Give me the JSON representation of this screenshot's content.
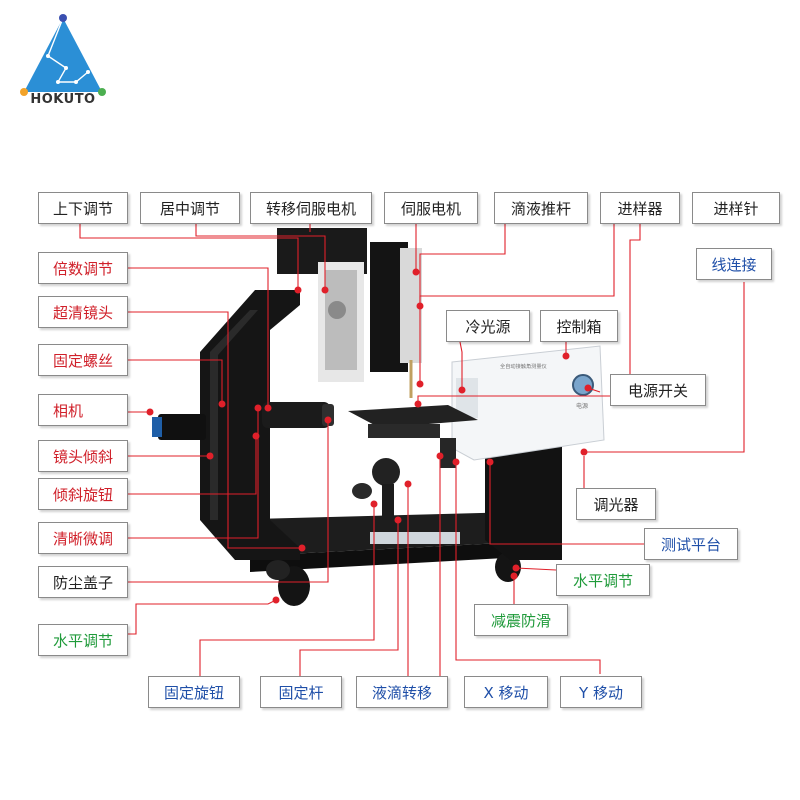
{
  "brand": {
    "name": "HOKUTO"
  },
  "colors": {
    "black": "#222222",
    "red": "#d0202a",
    "green": "#1f9a3a",
    "blue": "#1f4fa8",
    "leader": "#e0202a"
  },
  "device": {
    "control_box_caption": "全自动接触角测量仪",
    "power_label": "电源"
  },
  "labels": {
    "shang_xia": "上下调节",
    "ju_zhong": "居中调节",
    "zhuan_yi_sifu": "转移伺服电机",
    "sifu_dianji": "伺服电机",
    "di_ye_tuigan": "滴液推杆",
    "jin_yang_qi": "进样器",
    "jin_yang_zhen": "进样针",
    "xian_lianjie": "线连接",
    "bei_shu": "倍数调节",
    "chao_qing": "超清镜头",
    "gu_ding_luosi": "固定螺丝",
    "leng_guang": "冷光源",
    "kong_zhi_xiang": "控制箱",
    "xiang_ji": "相机",
    "dian_yuan": "电源开关",
    "jing_tou_qingxie": "镜头倾斜",
    "qingxie_xuanniu": "倾斜旋钮",
    "tiao_guang": "调光器",
    "qing_xi": "清晰微调",
    "ce_shi": "测试平台",
    "fang_chen": "防尘盖子",
    "shui_ping_r": "水平调节",
    "jian_zhen": "减震防滑",
    "shui_ping_l": "水平调节",
    "gu_ding_xuanniu": "固定旋钮",
    "gu_ding_gan": "固定杆",
    "ye_di": "液滴转移",
    "x_move": "X 移动",
    "y_move": "Y 移动"
  }
}
